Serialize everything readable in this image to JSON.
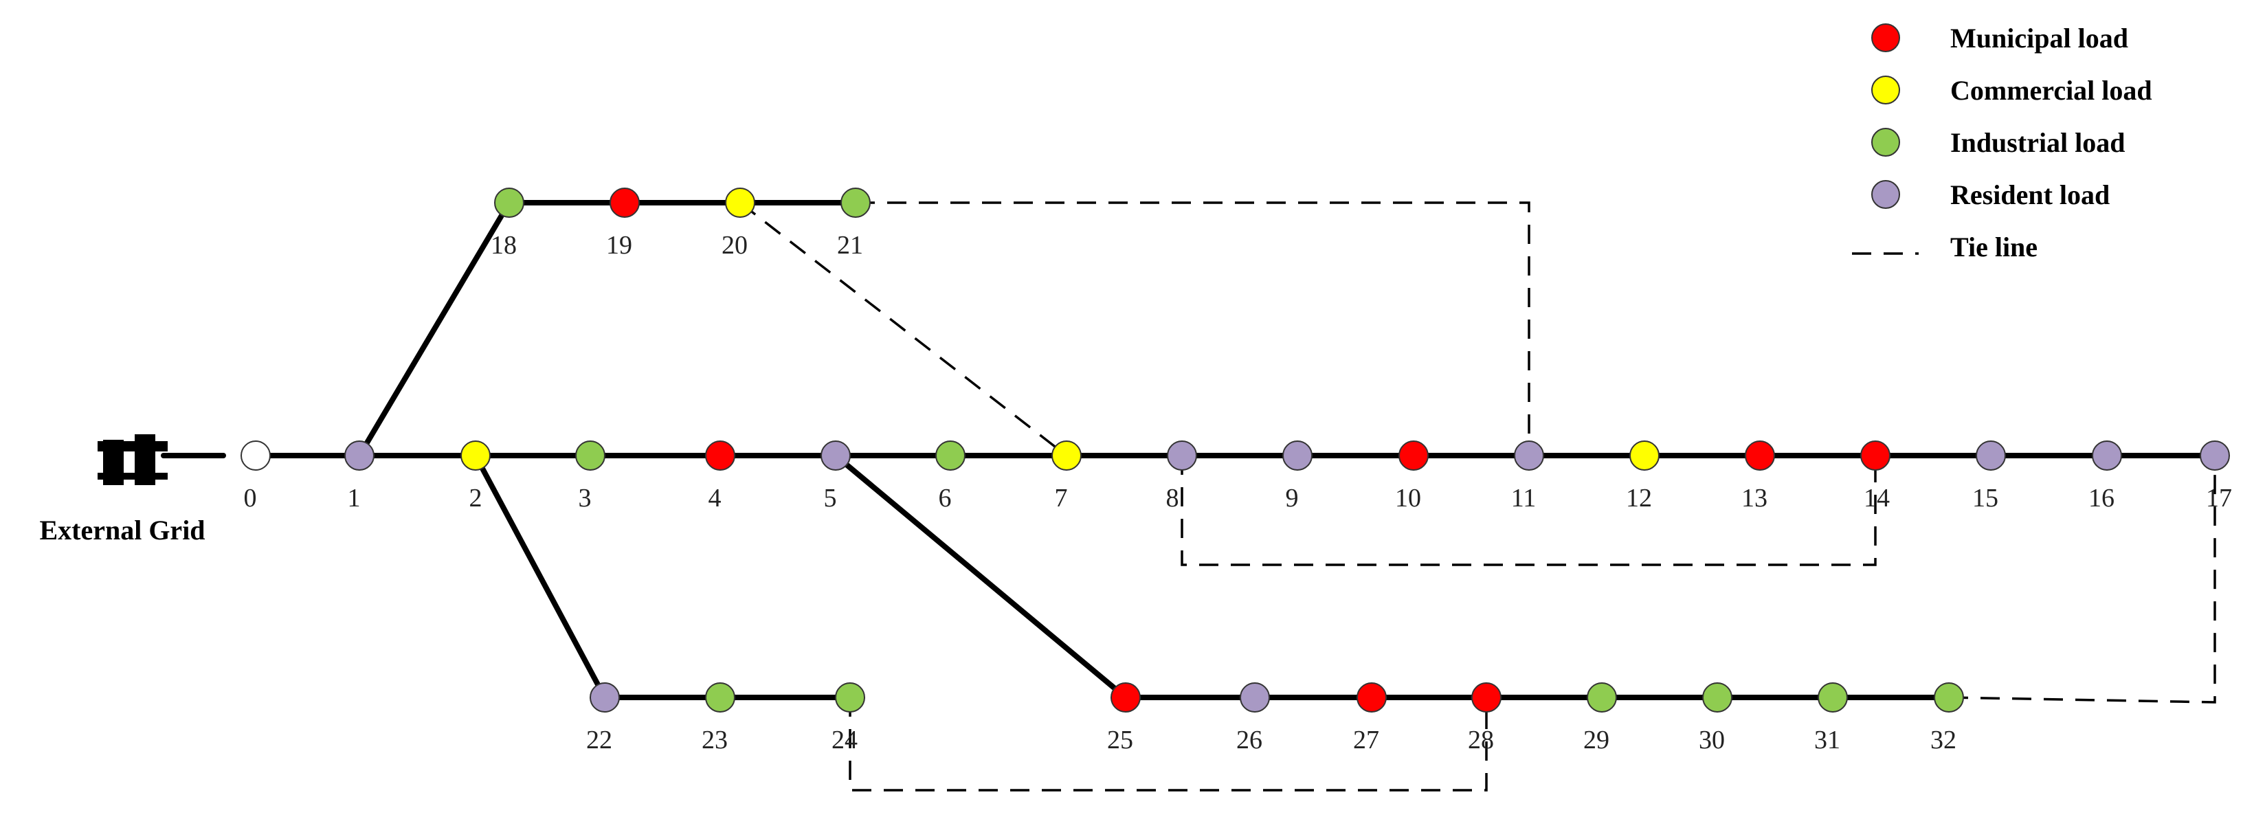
{
  "external_grid": {
    "label": "External Grid",
    "icon": "external-grid-icon"
  },
  "colors": {
    "municipal": "#ff0000",
    "commercial": "#ffff00",
    "industrial": "#8fcc50",
    "resident": "#a899c4",
    "source": "#ffffff",
    "line": "#000000"
  },
  "legend": [
    {
      "key": "municipal",
      "label": "Municipal load",
      "kind": "dot"
    },
    {
      "key": "commercial",
      "label": "Commercial load",
      "kind": "dot"
    },
    {
      "key": "industrial",
      "label": "Industrial load",
      "kind": "dot"
    },
    {
      "key": "resident",
      "label": "Resident load",
      "kind": "dot"
    },
    {
      "key": "tie",
      "label": "Tie line",
      "kind": "dash"
    }
  ],
  "nodes": [
    {
      "id": "0",
      "type": "source"
    },
    {
      "id": "1",
      "type": "resident"
    },
    {
      "id": "2",
      "type": "commercial"
    },
    {
      "id": "3",
      "type": "industrial"
    },
    {
      "id": "4",
      "type": "municipal"
    },
    {
      "id": "5",
      "type": "resident"
    },
    {
      "id": "6",
      "type": "industrial"
    },
    {
      "id": "7",
      "type": "commercial"
    },
    {
      "id": "8",
      "type": "resident"
    },
    {
      "id": "9",
      "type": "resident"
    },
    {
      "id": "10",
      "type": "municipal"
    },
    {
      "id": "11",
      "type": "resident"
    },
    {
      "id": "12",
      "type": "commercial"
    },
    {
      "id": "13",
      "type": "municipal"
    },
    {
      "id": "14",
      "type": "municipal"
    },
    {
      "id": "15",
      "type": "resident"
    },
    {
      "id": "16",
      "type": "resident"
    },
    {
      "id": "17",
      "type": "resident"
    },
    {
      "id": "18",
      "type": "industrial"
    },
    {
      "id": "19",
      "type": "municipal"
    },
    {
      "id": "20",
      "type": "commercial"
    },
    {
      "id": "21",
      "type": "industrial"
    },
    {
      "id": "22",
      "type": "resident"
    },
    {
      "id": "23",
      "type": "industrial"
    },
    {
      "id": "24",
      "type": "industrial"
    },
    {
      "id": "25",
      "type": "municipal"
    },
    {
      "id": "26",
      "type": "resident"
    },
    {
      "id": "27",
      "type": "municipal"
    },
    {
      "id": "28",
      "type": "municipal"
    },
    {
      "id": "29",
      "type": "industrial"
    },
    {
      "id": "30",
      "type": "industrial"
    },
    {
      "id": "31",
      "type": "industrial"
    },
    {
      "id": "32",
      "type": "industrial"
    }
  ],
  "branches": [
    [
      "0",
      "1"
    ],
    [
      "1",
      "2"
    ],
    [
      "2",
      "3"
    ],
    [
      "3",
      "4"
    ],
    [
      "4",
      "5"
    ],
    [
      "5",
      "6"
    ],
    [
      "6",
      "7"
    ],
    [
      "7",
      "8"
    ],
    [
      "8",
      "9"
    ],
    [
      "9",
      "10"
    ],
    [
      "10",
      "11"
    ],
    [
      "11",
      "12"
    ],
    [
      "12",
      "13"
    ],
    [
      "13",
      "14"
    ],
    [
      "14",
      "15"
    ],
    [
      "15",
      "16"
    ],
    [
      "16",
      "17"
    ],
    [
      "1",
      "18"
    ],
    [
      "18",
      "19"
    ],
    [
      "19",
      "20"
    ],
    [
      "20",
      "21"
    ],
    [
      "2",
      "22"
    ],
    [
      "22",
      "23"
    ],
    [
      "23",
      "24"
    ],
    [
      "5",
      "25"
    ],
    [
      "25",
      "26"
    ],
    [
      "26",
      "27"
    ],
    [
      "27",
      "28"
    ],
    [
      "28",
      "29"
    ],
    [
      "29",
      "30"
    ],
    [
      "30",
      "31"
    ],
    [
      "31",
      "32"
    ]
  ],
  "tie_lines": [
    [
      "21",
      "11"
    ],
    [
      "20",
      "7"
    ],
    [
      "8",
      "14"
    ],
    [
      "24",
      "28"
    ],
    [
      "32",
      "17"
    ]
  ]
}
